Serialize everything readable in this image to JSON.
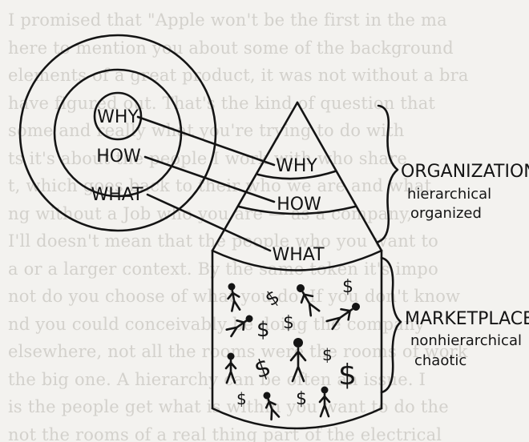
{
  "background_text_lines": [
    "I promised that \"Apple won't be the first in the ma",
    "here to mention you about some of the background",
    "elements of a great product, it was not without a bra",
    "have figured out. That's the kind of question that",
    "some and really what you're trying to do with",
    "ts it's about the people I work with who share",
    "t, which goes back to their who we are and what",
    "ng without a Job who you are — as a company,",
    "I'll doesn't mean that the people who you want to",
    "a or a larger context. By the same token it's impo",
    "not do you choose of what you do. If you don't know",
    "nd you could conceivably be doing the company",
    "elsewhere, not all the rooms were the rooms of work",
    "the big one. A hierarchy can be often an issue. I",
    "is the people get what is within you want to do the",
    "not the rooms of a real thing part of the electrical"
  ],
  "circle_labels": {
    "why": "WHY",
    "how": "HOW",
    "what": "WHAT"
  },
  "cone_labels": {
    "why": "WHY",
    "how": "HOW",
    "what": "WHAT"
  },
  "organization": {
    "title": "ORGANIZATION",
    "line1": "hierarchical",
    "line2": "organized"
  },
  "marketplace": {
    "title": "MARKETPLACE",
    "line1": "nonhierarchical",
    "line2": "chaotic"
  },
  "dollar_glyph": "$",
  "colors": {
    "ink": "#141414",
    "paper": "#f3f2ef",
    "faded_text": "#d3d1cc"
  }
}
